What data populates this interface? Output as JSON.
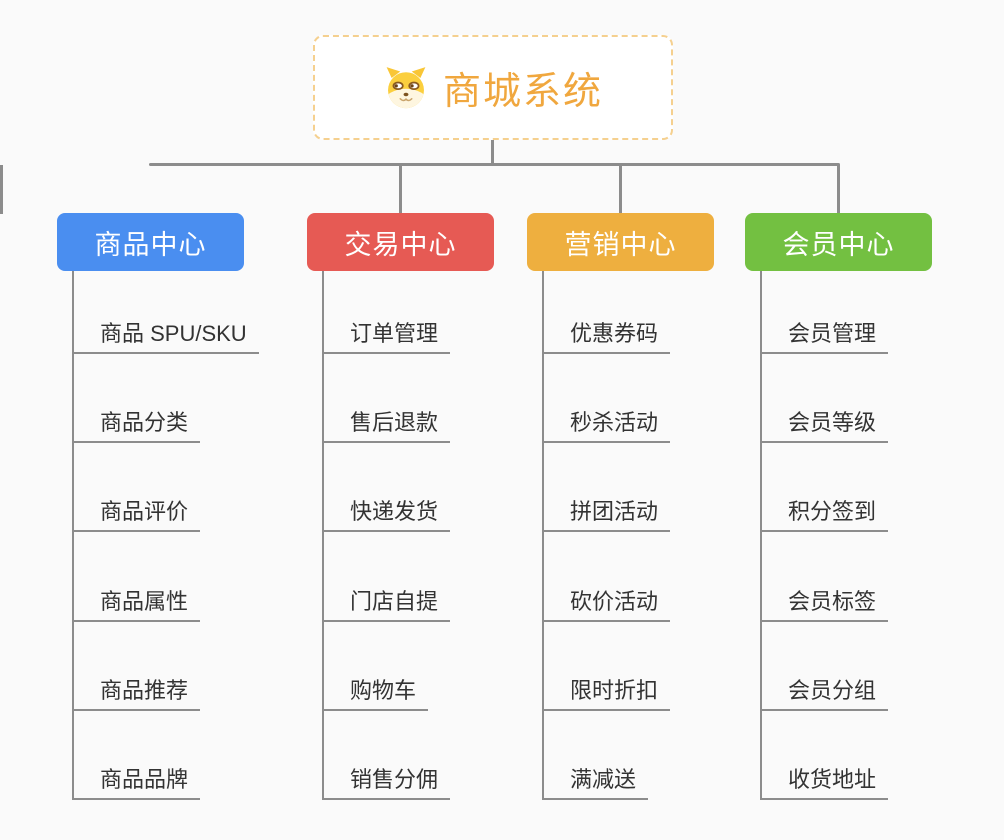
{
  "background": "#FAFAFA",
  "line_color": "#8C8C8C",
  "root": {
    "title": "商城系统",
    "icon": "doge-icon",
    "accent_color": "#F0A73E",
    "border_color": "#F5D08F"
  },
  "branches": [
    {
      "label": "商品中心",
      "color": "#4A8EF0",
      "children": [
        "商品 SPU/SKU",
        "商品分类",
        "商品评价",
        "商品属性",
        "商品推荐",
        "商品品牌"
      ]
    },
    {
      "label": "交易中心",
      "color": "#E65A54",
      "children": [
        "订单管理",
        "售后退款",
        "快递发货",
        "门店自提",
        "购物车",
        "销售分佣"
      ]
    },
    {
      "label": "营销中心",
      "color": "#EEAF3F",
      "children": [
        "优惠券码",
        "秒杀活动",
        "拼团活动",
        "砍价活动",
        "限时折扣",
        "满减送"
      ]
    },
    {
      "label": "会员中心",
      "color": "#73C041",
      "children": [
        "会员管理",
        "会员等级",
        "积分签到",
        "会员标签",
        "会员分组",
        "收货地址"
      ]
    }
  ]
}
